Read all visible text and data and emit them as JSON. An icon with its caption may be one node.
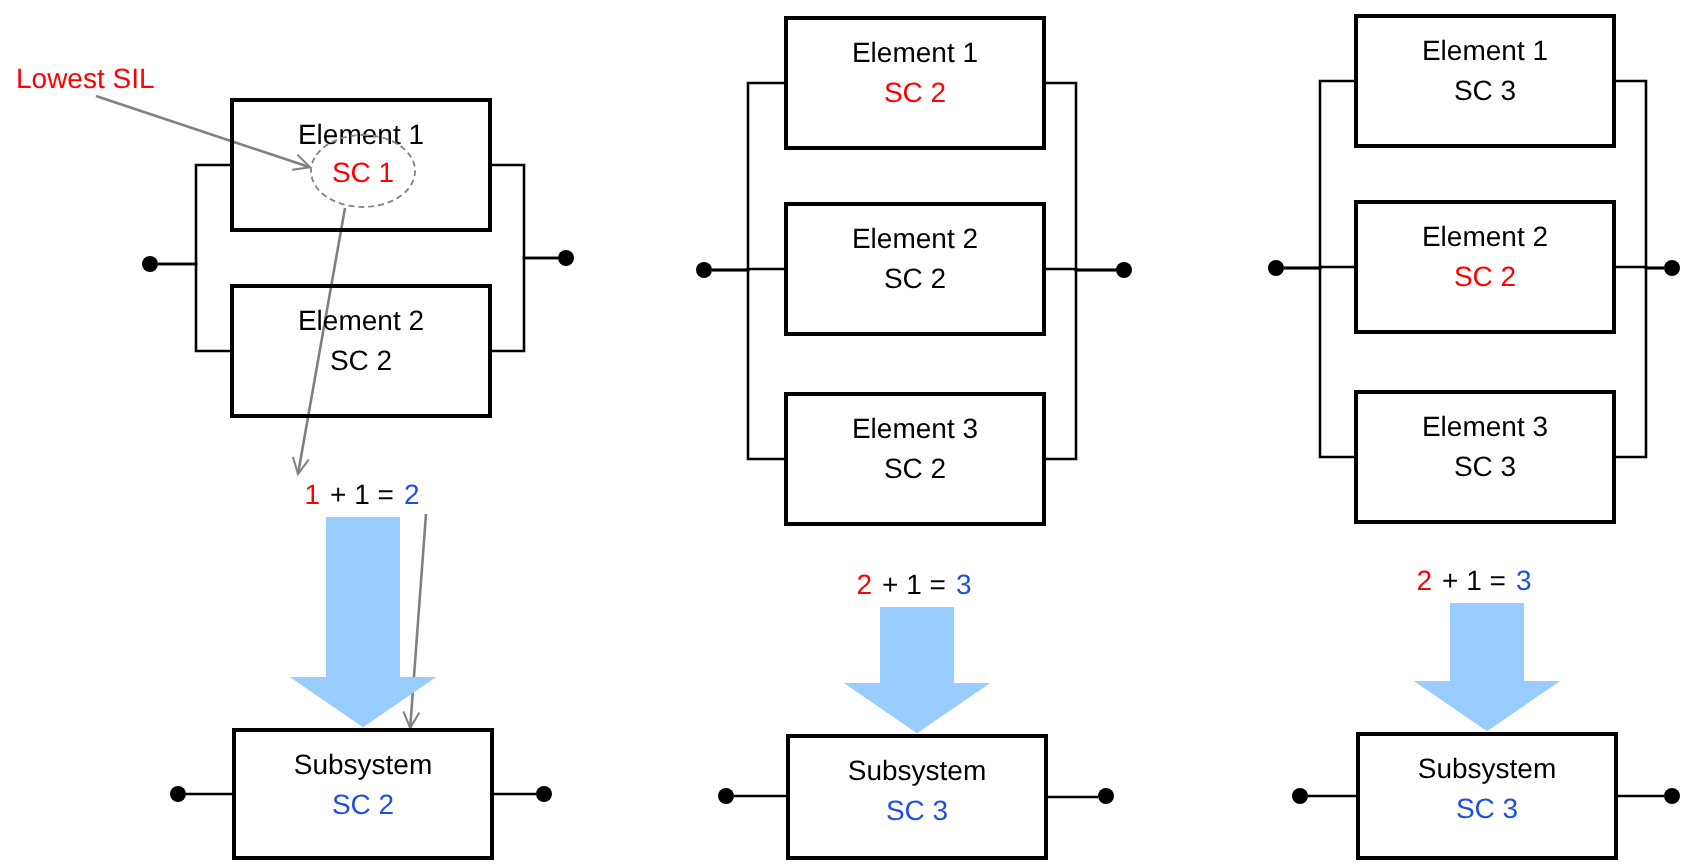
{
  "diagram": {
    "nodes": [
      {
        "text": [
          "Lowest SIL"
        ]
      },
      {
        "text": [
          "Element 1"
        ]
      },
      {
        "text": [
          "SC 1"
        ],
        "in": 1
      },
      {
        "text": [
          "Element 2",
          "SC 2"
        ]
      },
      {
        "text": [],
        "shape": "circle"
      },
      {
        "text": [],
        "shape": "circle"
      },
      {
        "text": [
          "1",
          "+ 1 =",
          "2"
        ]
      },
      {
        "text": [
          "Subsystem",
          "SC 2"
        ]
      },
      {
        "text": [],
        "shape": "circle"
      },
      {
        "text": [],
        "shape": "circle"
      },
      {
        "text": [
          "Element 1",
          "SC 2"
        ]
      },
      {
        "text": [
          "Element 2",
          "SC 2"
        ]
      },
      {
        "text": [
          "Element 3",
          "SC 2"
        ]
      },
      {
        "text": [],
        "shape": "circle"
      },
      {
        "text": [],
        "shape": "circle"
      },
      {
        "text": [
          "2",
          "+ 1 =",
          "3"
        ]
      },
      {
        "text": [
          "Subsystem",
          "SC 3"
        ]
      },
      {
        "text": [],
        "shape": "circle"
      },
      {
        "text": [],
        "shape": "circle"
      },
      {
        "text": [
          "Element 1",
          "SC 3"
        ]
      },
      {
        "text": [
          "Element 2",
          "SC 2"
        ]
      },
      {
        "text": [
          "Element 3",
          "SC 3"
        ]
      },
      {
        "text": [],
        "shape": "circle"
      },
      {
        "text": [],
        "shape": "circle"
      },
      {
        "text": [
          "2",
          "+ 1 =",
          "3"
        ]
      },
      {
        "text": [
          "Subsystem",
          "SC 3"
        ]
      },
      {
        "text": [],
        "shape": "circle"
      },
      {
        "text": [],
        "shape": "circle"
      }
    ],
    "edges": [
      {
        "from": 0,
        "to": 2,
        "arrow": "to",
        "color": "#808080"
      },
      {
        "from": 2,
        "to": 6,
        "arrow": "to",
        "color": "#808080"
      },
      {
        "from": 6,
        "to": 7,
        "arrow": "to",
        "color": "#808080"
      },
      {
        "from": 4,
        "to": 1,
        "arrow": "none"
      },
      {
        "from": 4,
        "to": 3,
        "arrow": "none"
      },
      {
        "from": 1,
        "to": 5,
        "arrow": "none"
      },
      {
        "from": 3,
        "to": 5,
        "arrow": "none"
      },
      {
        "from": 6,
        "to": 7,
        "arrow": "to",
        "style": "thick",
        "color": "#99ccff"
      },
      {
        "from": 8,
        "to": 7,
        "arrow": "none"
      },
      {
        "from": 7,
        "to": 9,
        "arrow": "none"
      },
      {
        "from": 13,
        "to": 10,
        "arrow": "none"
      },
      {
        "from": 13,
        "to": 11,
        "arrow": "none"
      },
      {
        "from": 13,
        "to": 12,
        "arrow": "none"
      },
      {
        "from": 10,
        "to": 14,
        "arrow": "none"
      },
      {
        "from": 11,
        "to": 14,
        "arrow": "none"
      },
      {
        "from": 12,
        "to": 14,
        "arrow": "none"
      },
      {
        "from": 15,
        "to": 16,
        "arrow": "to",
        "style": "thick",
        "color": "#99ccff"
      },
      {
        "from": 17,
        "to": 16,
        "arrow": "none"
      },
      {
        "from": 16,
        "to": 18,
        "arrow": "none"
      },
      {
        "from": 22,
        "to": 19,
        "arrow": "none"
      },
      {
        "from": 22,
        "to": 20,
        "arrow": "none"
      },
      {
        "from": 22,
        "to": 21,
        "arrow": "none"
      },
      {
        "from": 19,
        "to": 23,
        "arrow": "none"
      },
      {
        "from": 20,
        "to": 23,
        "arrow": "none"
      },
      {
        "from": 21,
        "to": 23,
        "arrow": "none"
      },
      {
        "from": 24,
        "to": 25,
        "arrow": "to",
        "style": "thick",
        "color": "#99ccff"
      },
      {
        "from": 26,
        "to": 25,
        "arrow": "none"
      },
      {
        "from": 25,
        "to": 27,
        "arrow": "none"
      }
    ]
  }
}
